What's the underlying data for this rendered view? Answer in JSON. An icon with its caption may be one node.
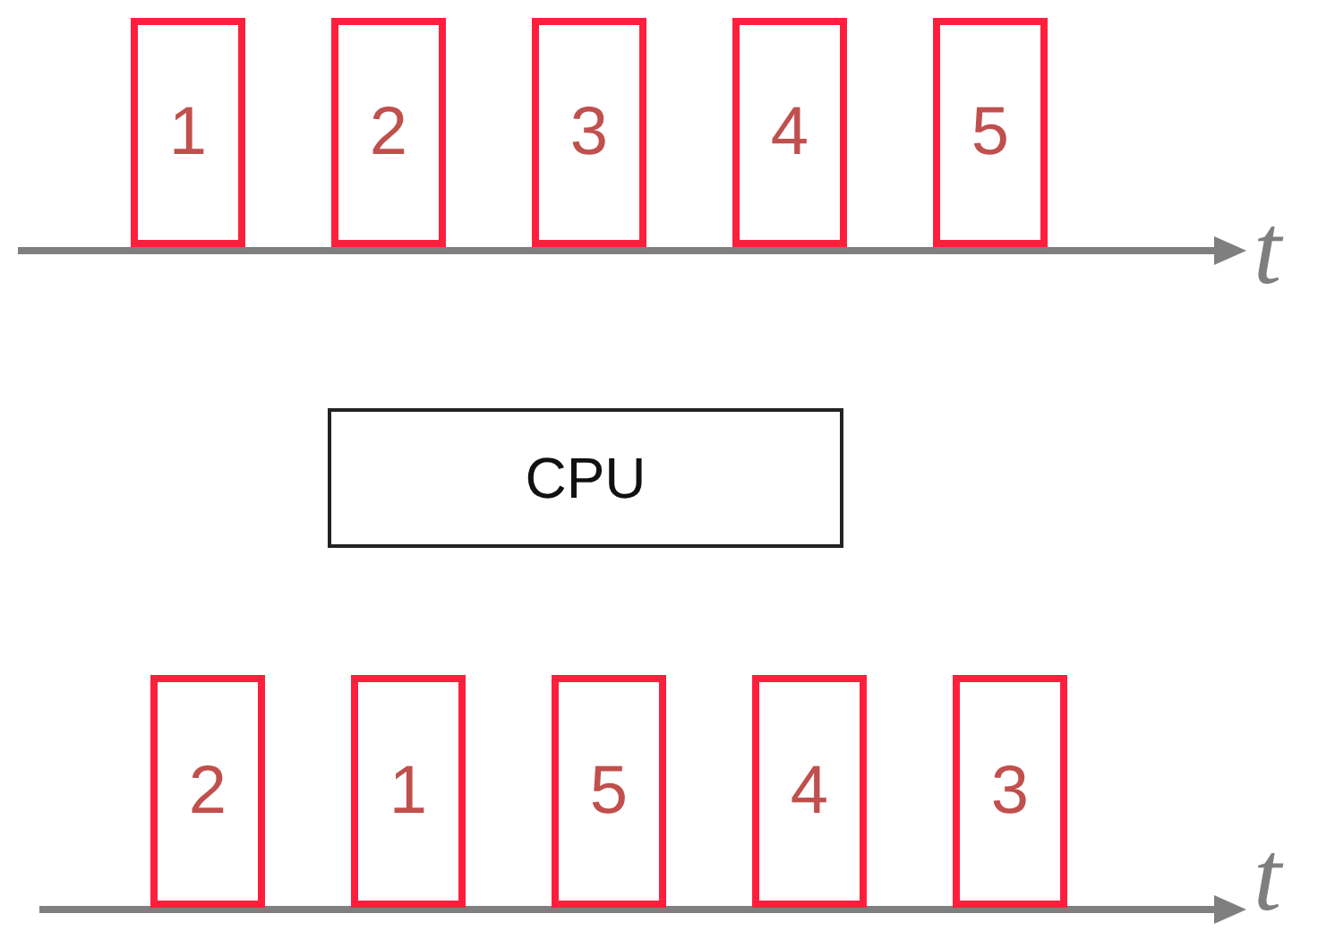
{
  "diagram": {
    "nodes": [
      {
        "text": [
          "1"
        ]
      },
      {
        "text": [
          "2"
        ]
      },
      {
        "text": [
          "3"
        ]
      },
      {
        "text": [
          "4"
        ]
      },
      {
        "text": [
          "5"
        ]
      },
      {
        "text": [
          "CPU"
        ]
      },
      {
        "text": [
          "2"
        ]
      },
      {
        "text": [
          "1"
        ]
      },
      {
        "text": [
          "5"
        ]
      },
      {
        "text": [
          "4"
        ]
      },
      {
        "text": [
          "3"
        ]
      }
    ],
    "labels": [
      "t",
      "t"
    ]
  }
}
